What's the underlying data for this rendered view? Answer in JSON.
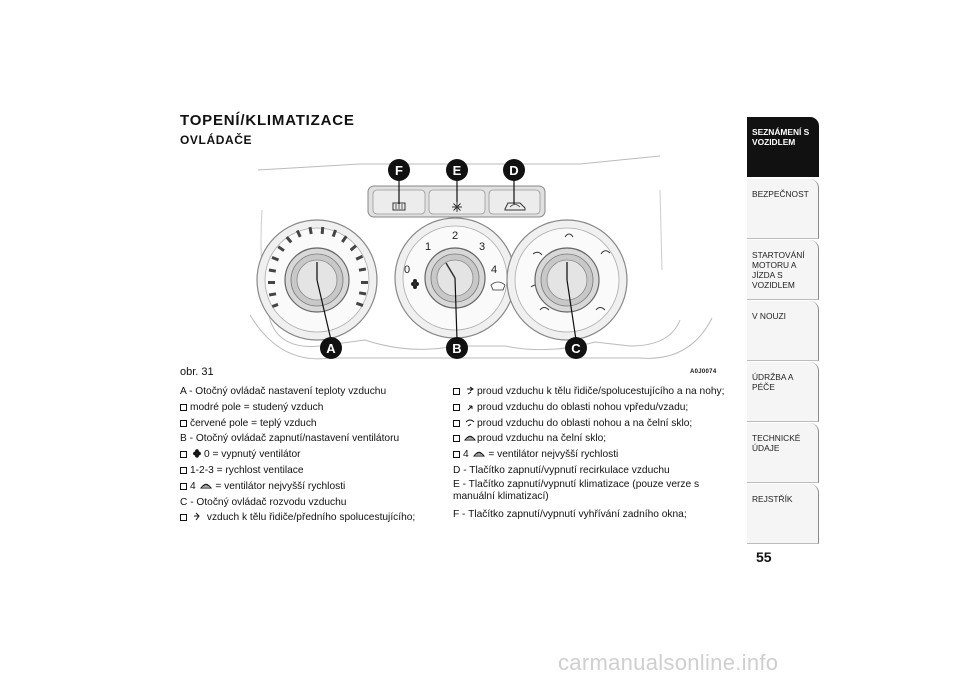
{
  "header": {
    "title": "TOPENÍ/KLIMATIZACE",
    "section": "OVLÁDAČE"
  },
  "figure": {
    "caption": "obr. 31",
    "code": "A0J0074",
    "callouts": [
      "F",
      "E",
      "D",
      "A",
      "B",
      "C"
    ],
    "fan_dial_labels": [
      "1",
      "2",
      "3",
      "0",
      "4"
    ]
  },
  "left_column": {
    "a_title": "A - Otočný ovládač nastavení teploty vzduchu",
    "a_blue": "modré pole = studený vzduch",
    "a_red": "červené pole = teplý vzduch",
    "b_title": "B - Otočný ovládač zapnutí/nastavení ventilátoru",
    "b_0": "0 = vypnutý ventilátor",
    "b_123": "1-2-3 = rychlost ventilace",
    "b_4_prefix": "4",
    "b_4": "= ventilátor nejvyšší rychlosti",
    "c_title": "C - Otočný ovládač rozvodu vzduchu",
    "c_1": "vzduch k tělu řidiče/předního spolucestujícího;"
  },
  "right_column": {
    "c_2": "proud vzduchu k tělu řidiče/spolucestujícího a na nohy;",
    "c_3": "proud vzduchu do oblasti nohou vpředu/vzadu;",
    "c_4": "proud vzduchu do oblasti nohou a na čelní sklo;",
    "c_5": "proud vzduchu na čelní sklo;",
    "c_6_prefix": "4",
    "c_6": "= ventilátor nejvyšší rychlosti",
    "d_text": "D - Tlačítko zapnutí/vypnutí recirkulace vzduchu",
    "e_text": "E - Tlačítko zapnutí/vypnutí klimatizace (pouze verze s manuální klimatizací)",
    "f_text": "F - Tlačítko zapnutí/vypnutí vyhřívání zadního okna;"
  },
  "sidebar": {
    "tabs": [
      {
        "label": "SEZNÁMENÍ S VOZIDLEM",
        "active": true
      },
      {
        "label": "BEZPEČNOST",
        "active": false
      },
      {
        "label": "STARTOVÁNÍ MOTORU A JÍZDA S VOZIDLEM",
        "active": false
      },
      {
        "label": "V NOUZI",
        "active": false
      },
      {
        "label": "ÚDRŽBA A PÉČE",
        "active": false
      },
      {
        "label": "TECHNICKÉ ÚDAJE",
        "active": false
      },
      {
        "label": "REJSTŘÍK",
        "active": false
      }
    ]
  },
  "page_number": "55",
  "watermark": "carmanualsonline.info"
}
